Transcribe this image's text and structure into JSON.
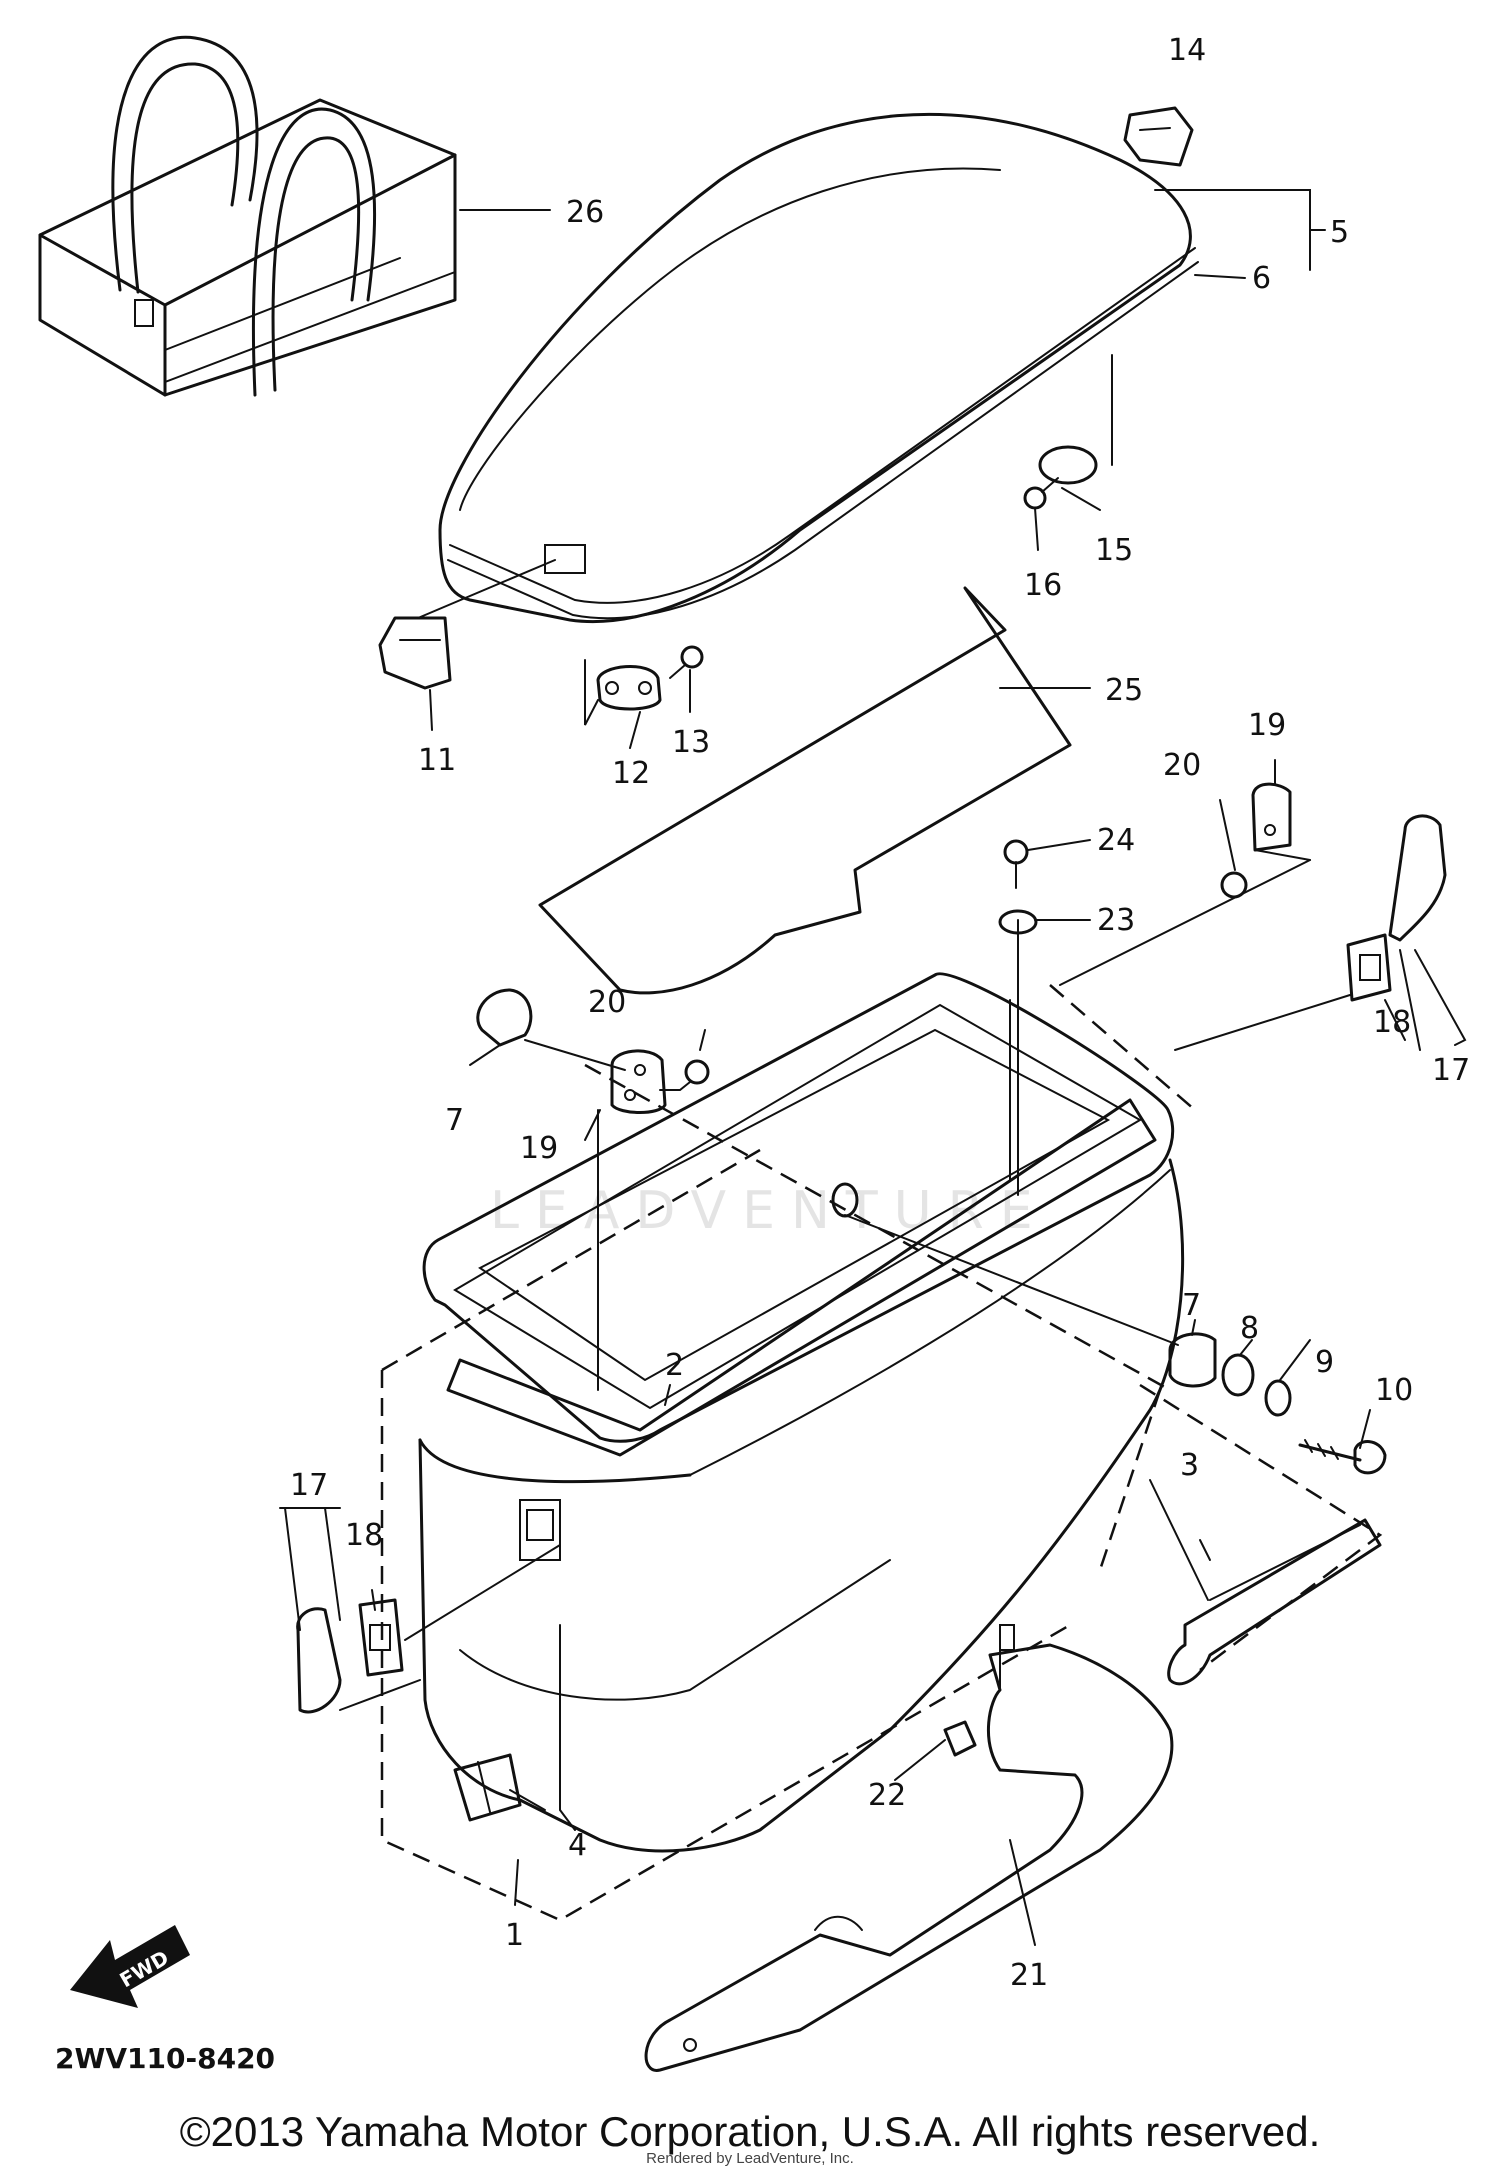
{
  "diagram": {
    "part_labels": {
      "p1": "1",
      "p2": "2",
      "p3": "3",
      "p4": "4",
      "p5": "5",
      "p6": "6",
      "p7a": "7",
      "p7b": "7",
      "p8": "8",
      "p9": "9",
      "p10": "10",
      "p11": "11",
      "p12": "12",
      "p13": "13",
      "p14": "14",
      "p15": "15",
      "p16": "16",
      "p17a": "17",
      "p17b": "17",
      "p18a": "18",
      "p18b": "18",
      "p19a": "19",
      "p19b": "19",
      "p20a": "20",
      "p20b": "20",
      "p21": "21",
      "p22": "22",
      "p23": "23",
      "p24": "24",
      "p25": "25",
      "p26": "26"
    },
    "diagram_code": "2WV110-8420",
    "fwd_arrow_label": "FWD",
    "watermark": "LEADVENTURE"
  },
  "footer": {
    "copyright": "©2013 Yamaha Motor Corporation, U.S.A. All rights reserved.",
    "renderer_credit": "Rendered by LeadVenture, Inc."
  }
}
